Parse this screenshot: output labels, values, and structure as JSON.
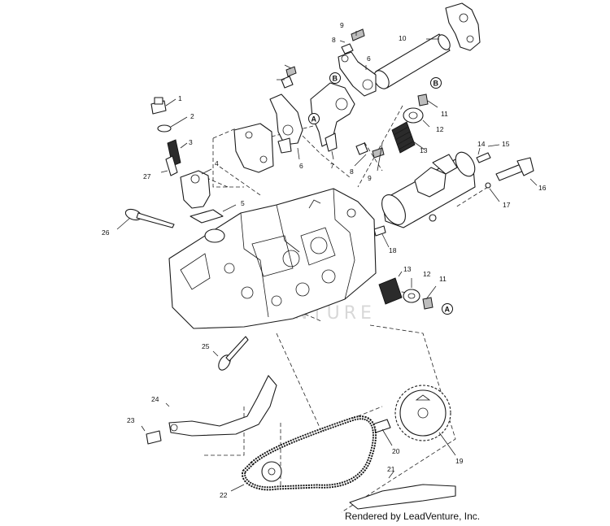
{
  "callouts": [
    "1",
    "2",
    "3",
    "4",
    "5",
    "6",
    "6",
    "7",
    "8",
    "8",
    "9",
    "9",
    "10",
    "11",
    "11",
    "12",
    "12",
    "13",
    "13",
    "14",
    "15",
    "16",
    "17",
    "18",
    "19",
    "20",
    "21",
    "22",
    "23",
    "24",
    "25",
    "26",
    "27"
  ],
  "reference_tags": [
    "A",
    "A",
    "B",
    "B"
  ],
  "watermark": "LEADVENTURE",
  "credit": "Rendered by LeadVenture, Inc."
}
